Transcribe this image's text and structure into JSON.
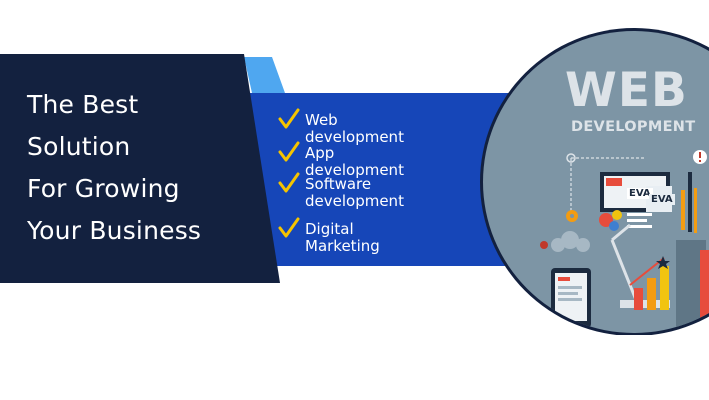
{
  "headline": {
    "lines": [
      "The Best",
      "Solution",
      "For Growing",
      "Your Business"
    ]
  },
  "services": [
    {
      "label": "Web development",
      "icon": "checkmark-icon"
    },
    {
      "label": "App development",
      "icon": "checkmark-icon"
    },
    {
      "label": "Software development",
      "icon": "checkmark-icon"
    },
    {
      "label": "Digital Marketing",
      "icon": "checkmark-icon"
    }
  ],
  "illustration": {
    "title": "WEB",
    "subtitle": "DEVELOPMENT",
    "screen_label_1": "EVA",
    "screen_label_2": "EVA"
  },
  "colors": {
    "dark_panel": "#13213f",
    "blue_band": "#1646b8",
    "light_blue": "#4fa7f0",
    "check": "#f5c400",
    "circle_bg": "#7d95a5"
  }
}
